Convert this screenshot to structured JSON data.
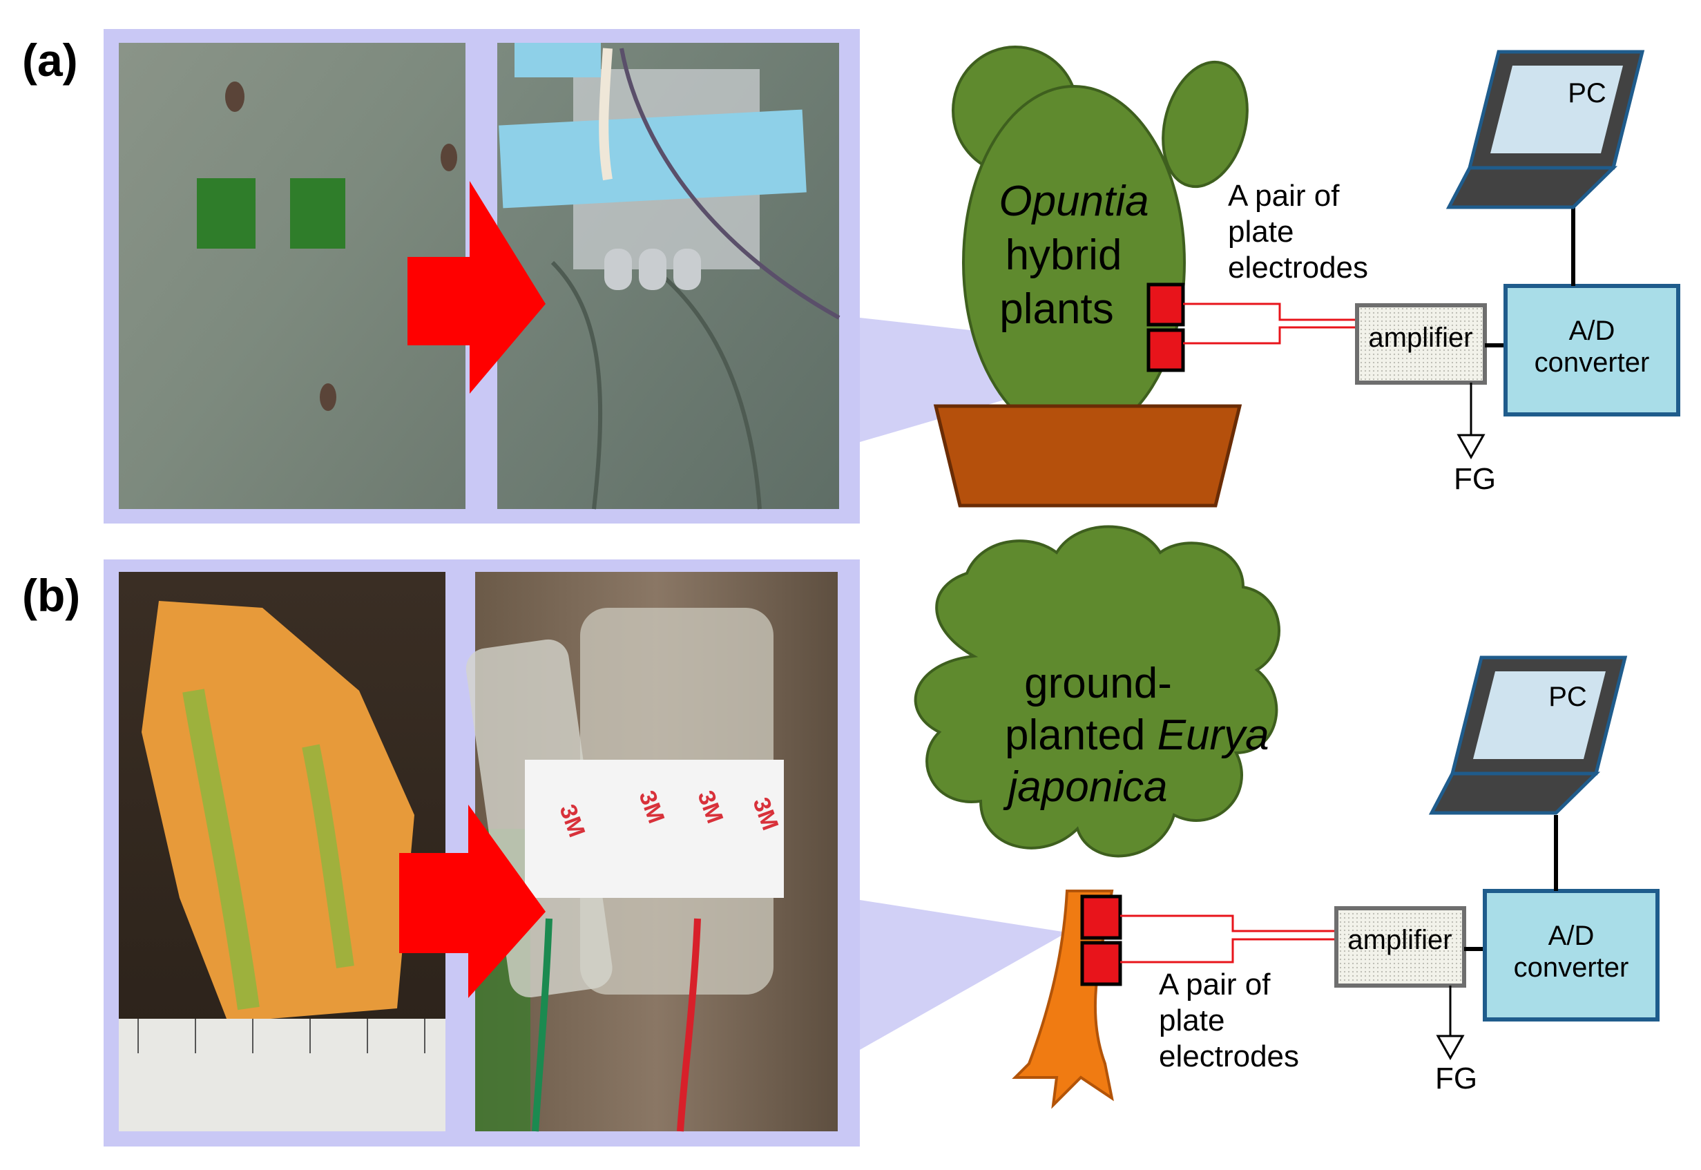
{
  "panels": [
    {
      "label": "(a)",
      "plant": {
        "line1_italic": "Opuntia",
        "line2": "hybrid",
        "line3": "plants"
      },
      "electrodes_label": [
        "A pair of",
        "plate",
        "electrodes"
      ],
      "amplifier": "amplifier",
      "converter": [
        "A/D",
        "converter"
      ],
      "pc": "PC",
      "ground": "FG"
    },
    {
      "label": "(b)",
      "plant": {
        "line1": "ground-",
        "line2_normal": "planted ",
        "line2_italic": "Eurya",
        "line3_italic": "japonica"
      },
      "electrodes_label": [
        "A pair of",
        "plate",
        "electrodes"
      ],
      "amplifier": "amplifier",
      "converter": [
        "A/D",
        "converter"
      ],
      "pc": "PC",
      "ground": "FG",
      "tape_mark": "3M"
    }
  ],
  "colors": {
    "lavender": "#c9c8f5",
    "cactus": "#5f8a2e",
    "pot": "#b5500c",
    "trunk": "#f07b12",
    "electrode": "#e8141b",
    "wire": "#e8141b",
    "instrument_fill": "#a9dde8",
    "instrument_border": "#1f5c8c",
    "arrow": "#ff0000"
  }
}
